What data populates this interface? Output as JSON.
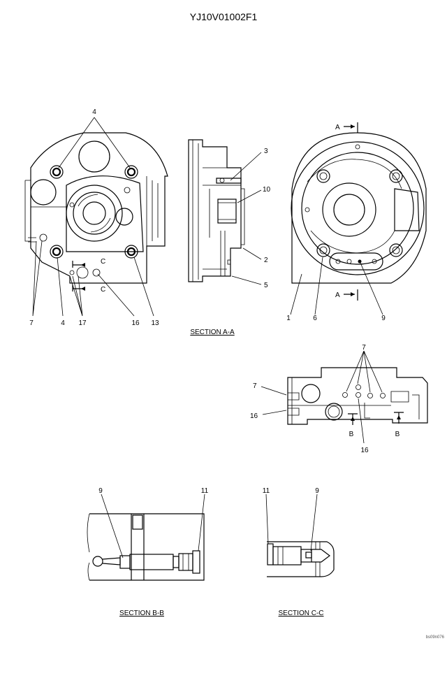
{
  "drawing_id": "YJ10V01002F1",
  "section_labels": {
    "aa": "SECTION  A-A",
    "bb": "SECTION  B-B",
    "cc": "SECTION  C-C"
  },
  "arrow_labels": {
    "a_top": "A",
    "a_bottom": "A",
    "c_top": "C",
    "c_bottom": "C",
    "b_left": "B",
    "b_right": "B"
  },
  "callouts": {
    "front_4_top": "4",
    "front_7": "7",
    "front_4_bottom": "4",
    "front_17": "17",
    "front_16": "16",
    "front_13": "13",
    "side_3": "3",
    "side_10": "10",
    "side_2": "2",
    "side_5": "5",
    "rear_1": "1",
    "rear_6": "6",
    "rear_9": "9",
    "mid_7_top": "7",
    "mid_7_left": "7",
    "mid_16_left": "16",
    "mid_16_bottom": "16",
    "bb_9": "9",
    "bb_11": "11",
    "cc_11": "11",
    "cc_9": "9"
  },
  "footer_code": "bs09n076"
}
